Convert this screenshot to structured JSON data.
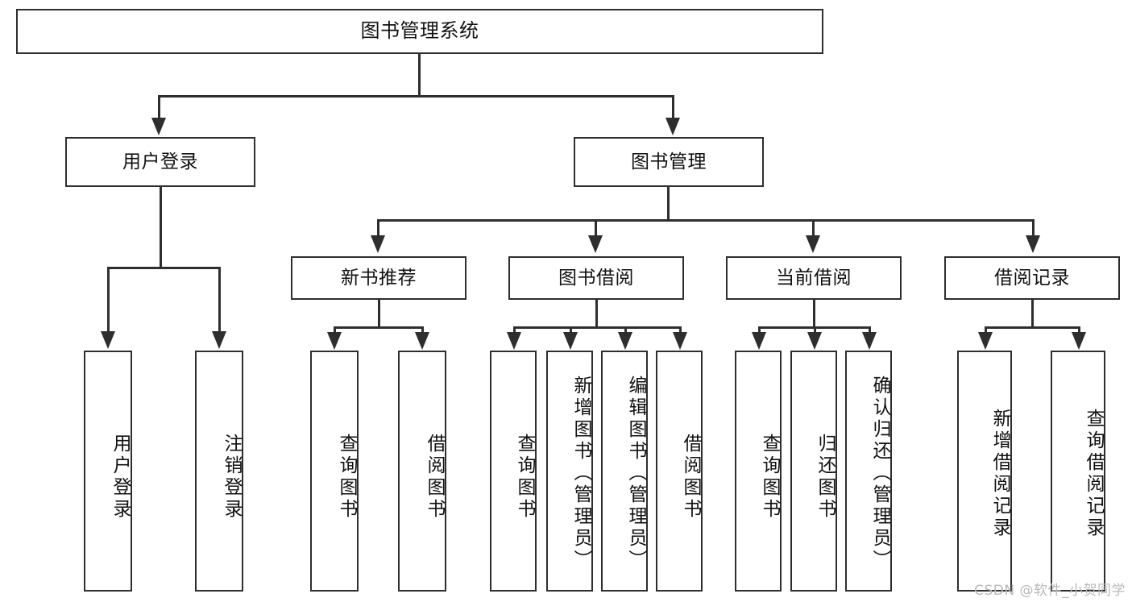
{
  "diagram": {
    "type": "tree-hierarchy-chart",
    "title": "图书管理系统",
    "root": {
      "label": "图书管理系统"
    },
    "level1": [
      {
        "label": "用户登录"
      },
      {
        "label": "图书管理"
      }
    ],
    "level2": [
      {
        "label": "新书推荐",
        "parent": "图书管理"
      },
      {
        "label": "图书借阅",
        "parent": "图书管理"
      },
      {
        "label": "当前借阅",
        "parent": "图书管理"
      },
      {
        "label": "借阅记录",
        "parent": "图书管理"
      }
    ],
    "leaves": {
      "user_login": [
        {
          "label": "用户登录"
        },
        {
          "label": "注销登录"
        }
      ],
      "new_book_recommend": [
        {
          "label": "查询图书"
        },
        {
          "label": "借阅图书"
        }
      ],
      "book_borrow": [
        {
          "label": "查询图书"
        },
        {
          "label": "新增图书（管理员）"
        },
        {
          "label": "编辑图书（管理员）"
        },
        {
          "label": "借阅图书"
        }
      ],
      "current_borrow": [
        {
          "label": "查询图书"
        },
        {
          "label": "归还图书"
        },
        {
          "label": "确认归还（管理员）"
        }
      ],
      "borrow_record": [
        {
          "label": "新增借阅记录"
        },
        {
          "label": "查询借阅记录"
        }
      ]
    }
  },
  "watermark": {
    "text": "CSDN @软件_小贺同学"
  },
  "colors": {
    "background": "#ffffff",
    "node_border": "#2e2e2e",
    "node_fill": "#ffffff",
    "text": "#111111",
    "connector": "#2e2e2e",
    "watermark": "#b9b9b9"
  }
}
